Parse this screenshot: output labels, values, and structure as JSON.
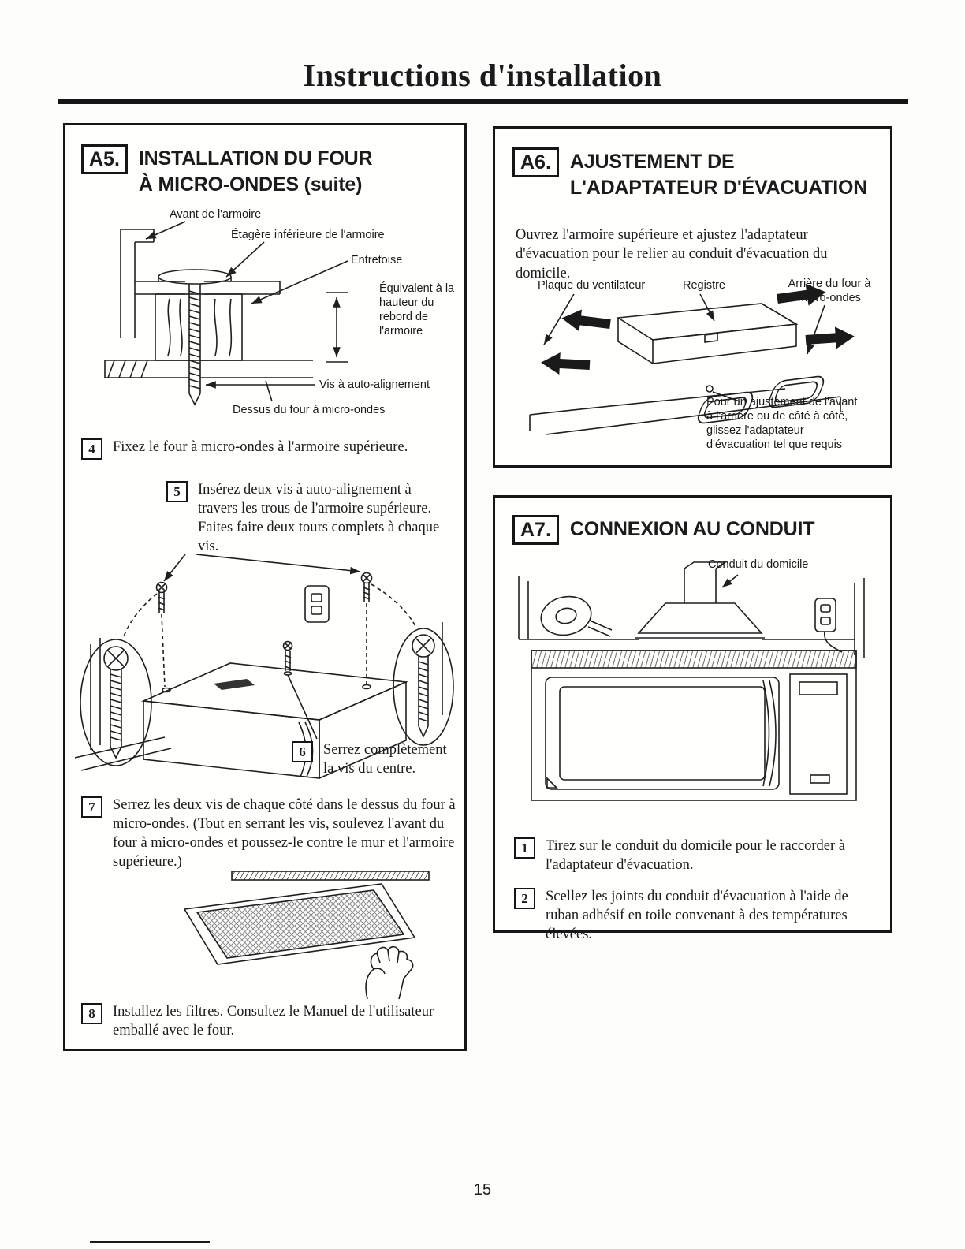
{
  "page": {
    "title": "Instructions d'installation",
    "number": "15"
  },
  "a5": {
    "tag": "A5.",
    "title_line1": "INSTALLATION DU FOUR",
    "title_line2": "À MICRO-ONDES (suite)",
    "diagram_labels": {
      "avant": "Avant de l'armoire",
      "etagere": "Étagère inférieure de l'armoire",
      "entretoise": "Entretoise",
      "equivalent": "Équivalent à la hauteur du rebord de l'armoire",
      "vis": "Vis à auto-alignement",
      "dessus": "Dessus du four à micro-ondes"
    },
    "steps": [
      {
        "num": "4",
        "text": "Fixez le four à micro-ondes à l'armoire supérieure."
      },
      {
        "num": "5",
        "text": "Insérez deux vis à auto-alignement à travers les trous de l'armoire supérieure. Faites faire deux tours complets à chaque vis."
      },
      {
        "num": "6",
        "text": "Serrez complètement la vis du centre."
      },
      {
        "num": "7",
        "text": "Serrez les deux vis de chaque côté dans le dessus du four à micro-ondes. (Tout en serrant les vis, soulevez l'avant du four à micro-ondes et poussez-le contre le mur et l'armoire supérieure.)"
      },
      {
        "num": "8",
        "text": "Installez les filtres. Consultez le Manuel de l'utilisateur emballé avec le four."
      }
    ]
  },
  "a6": {
    "tag": "A6.",
    "title_line1": "AJUSTEMENT DE",
    "title_line2": "L'ADAPTATEUR D'ÉVACUATION",
    "intro": "Ouvrez l'armoire supérieure et ajustez l'adaptateur d'évacuation pour le relier au conduit d'évacuation du domicile.",
    "diagram_labels": {
      "plaque": "Plaque du ventilateur",
      "registre": "Registre",
      "arriere": "Arrière du four à micro-ondes",
      "note": "Pour un ajustement de l'avant à l'arrière ou de côté à côté, glissez l'adaptateur d'évacuation tel que requis"
    }
  },
  "a7": {
    "tag": "A7.",
    "title": "CONNEXION AU CONDUIT",
    "diagram_labels": {
      "conduit": "Conduit du domicile"
    },
    "steps": [
      {
        "num": "1",
        "text": "Tirez sur le conduit du domicile pour le raccorder à l'adaptateur d'évacuation."
      },
      {
        "num": "2",
        "text": "Scellez les joints du conduit d'évacuation à l'aide de ruban adhésif en toile convenant à des températures élevées."
      }
    ]
  }
}
